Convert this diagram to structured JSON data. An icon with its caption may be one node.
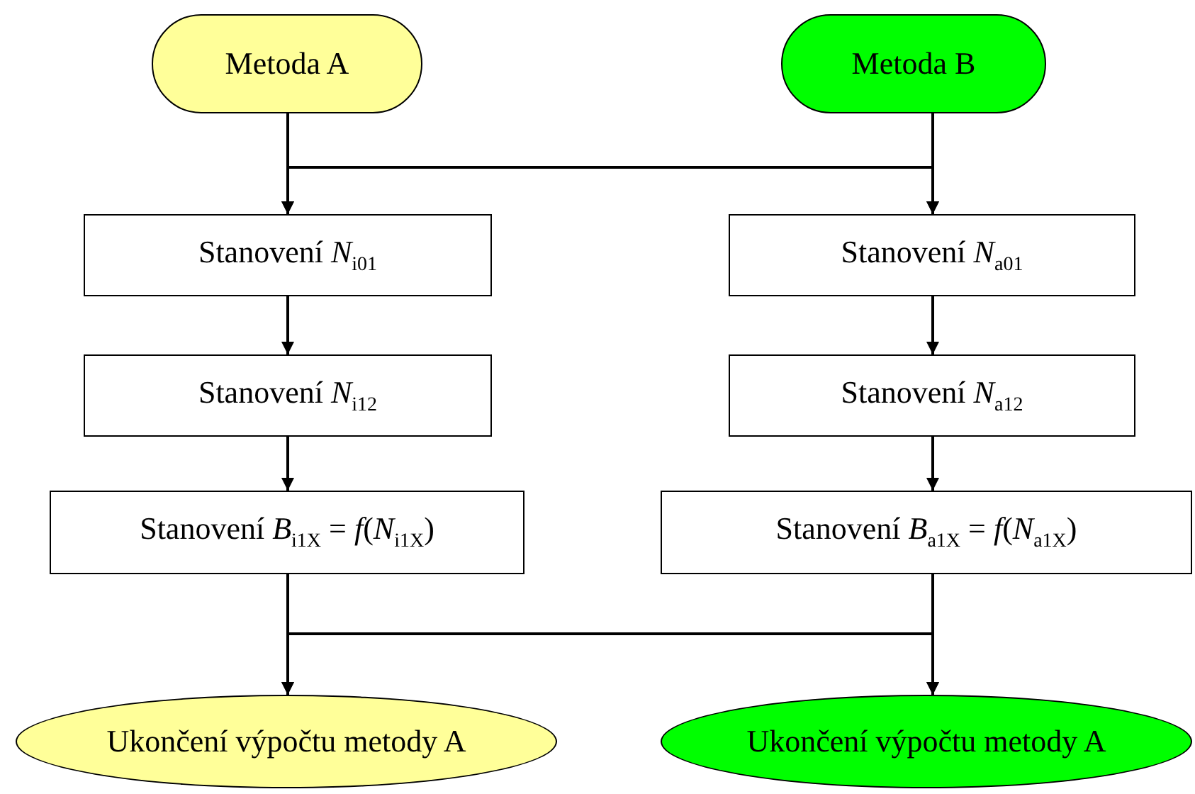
{
  "diagram": {
    "nodes": [
      {
        "text": [
          "Metoda A"
        ]
      },
      {
        "text": [
          "Metoda B"
        ]
      },
      {
        "text": [
          "Stanovení *N*$_{i01}$"
        ]
      },
      {
        "text": [
          "Stanovení *N*$_{i12}$"
        ]
      },
      {
        "text": [
          "Stanovení *B*$_{i1X}$ = *f*(*N*$_{i1X}$)"
        ]
      },
      {
        "text": [
          "Stanovení *N*$_{a01}$"
        ]
      },
      {
        "text": [
          "Stanovení *N*$_{a12}$"
        ]
      },
      {
        "text": [
          "Stanovení *B*$_{a1X}$ = *f*(*N*$_{a1X}$)"
        ]
      },
      {
        "text": [
          "Ukončení výpočtu metody A"
        ]
      },
      {
        "text": [
          "Ukončení výpočtu metody A"
        ]
      }
    ],
    "edges": [
      {
        "from": 0,
        "to": 2,
        "arrow": "to"
      },
      {
        "from": 0,
        "to": 5,
        "arrow": "to"
      },
      {
        "from": 1,
        "to": 2,
        "arrow": "to"
      },
      {
        "from": 1,
        "to": 5,
        "arrow": "to"
      },
      {
        "from": 2,
        "to": 3,
        "arrow": "to"
      },
      {
        "from": 3,
        "to": 4,
        "arrow": "to"
      },
      {
        "from": 5,
        "to": 6,
        "arrow": "to"
      },
      {
        "from": 6,
        "to": 7,
        "arrow": "to"
      },
      {
        "from": 4,
        "to": 8,
        "arrow": "to"
      },
      {
        "from": 4,
        "to": 9,
        "arrow": "to"
      },
      {
        "from": 7,
        "to": 8,
        "arrow": "to"
      },
      {
        "from": 7,
        "to": 9,
        "arrow": "to"
      }
    ]
  }
}
